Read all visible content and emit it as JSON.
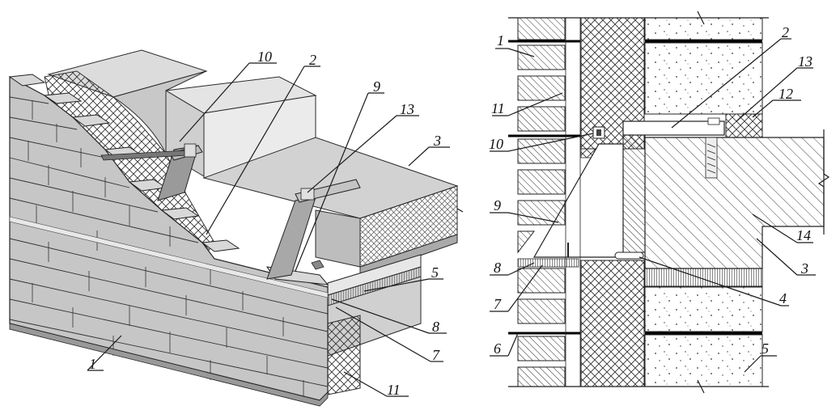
{
  "figure": {
    "left_view": {
      "labels": [
        "10",
        "2",
        "9",
        "13",
        "3",
        "5",
        "8",
        "7",
        "11",
        "1"
      ]
    },
    "right_view": {
      "labels": [
        "1",
        "2",
        "13",
        "11",
        "12",
        "10",
        "9",
        "14",
        "8",
        "3",
        "7",
        "4",
        "6",
        "5"
      ]
    }
  }
}
